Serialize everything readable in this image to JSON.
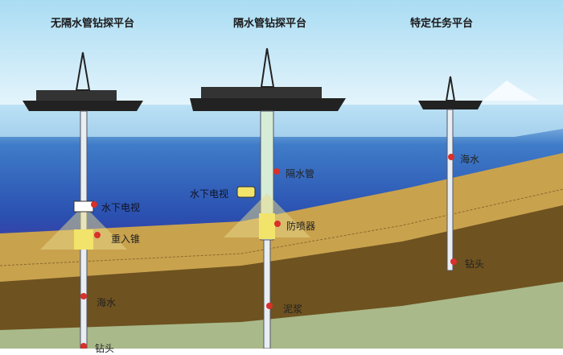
{
  "titles": [
    "无隔水管钻探平台",
    "隔水管钻探平台",
    "特定任务平台"
  ],
  "labels": {
    "tv1": "水下电视",
    "reentry_cone": "重入锥",
    "seawater1": "海水",
    "bit1": "钻头",
    "tv2": "水下电视",
    "riser": "隔水管",
    "bop": "防喷器",
    "mud": "泥浆",
    "seawater2": "海水",
    "bit2": "钻头"
  },
  "colors": {
    "sky": "#bfe6f7",
    "water": "#2a5fb0",
    "sediment": "#c9a24e",
    "rock": "#6e5220",
    "bottom": "#a9b98a",
    "marker": "#d9302a"
  }
}
